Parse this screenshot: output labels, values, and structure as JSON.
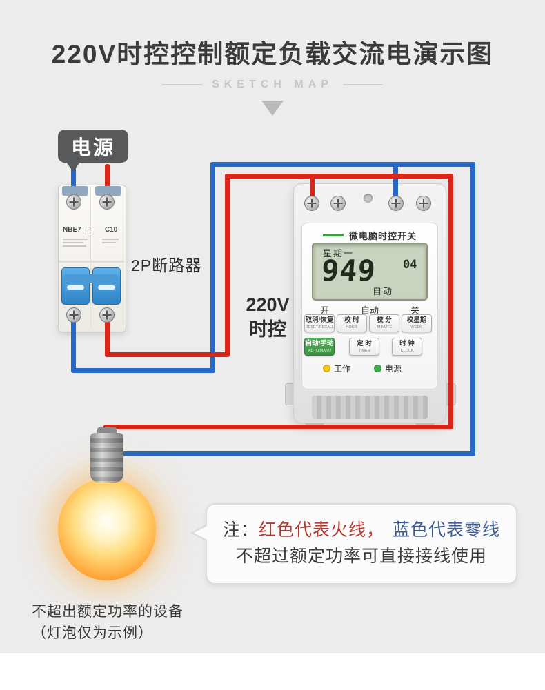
{
  "page": {
    "title": "220V时控控制额定负载交流电演示图",
    "subtitle": "SKETCH MAP"
  },
  "power_source": {
    "label": "电源"
  },
  "breaker": {
    "label": "2P断路器",
    "brand": "NBE7",
    "model": "C10"
  },
  "timer": {
    "side_label_line1": "220V",
    "side_label_line2": "时控",
    "header": "微电脑时控开关",
    "lcd": {
      "day": "星期一",
      "time_main": "949",
      "time_seconds": "04",
      "mode": "自动",
      "state_on": "开",
      "state_auto": "自动",
      "state_off": "关"
    },
    "buttons_row1": [
      {
        "cn": "取消/恢复",
        "en": "RESET/RECALL"
      },
      {
        "cn": "校 时",
        "en": "HOUR"
      },
      {
        "cn": "校 分",
        "en": "MINUTE"
      },
      {
        "cn": "校星期",
        "en": "WEEK"
      }
    ],
    "buttons_row2": [
      {
        "cn": "自动/手动",
        "en": "AUTO/MANU"
      },
      {
        "cn": "定 时",
        "en": "TIMER"
      },
      {
        "cn": "时 钟",
        "en": "CLOCK"
      }
    ],
    "indicators": [
      {
        "label": "工作"
      },
      {
        "label": "电源"
      }
    ]
  },
  "note": {
    "prefix": "注：",
    "live": "红色代表火线，",
    "neutral": "蓝色代表零线",
    "line2": "不超过额定功率可直接接线使用"
  },
  "caption": {
    "line1": "不超出额定功率的设备",
    "line2": "（灯泡仅为示例）"
  },
  "colors": {
    "live_wire": "#d8271a",
    "neutral_wire": "#2668c5",
    "accent_green": "#3a9e3c",
    "led_work": "#f2c51d",
    "led_power": "#3fae4a",
    "auto_button_bg": "#3f9f42",
    "background": "#ececec"
  }
}
